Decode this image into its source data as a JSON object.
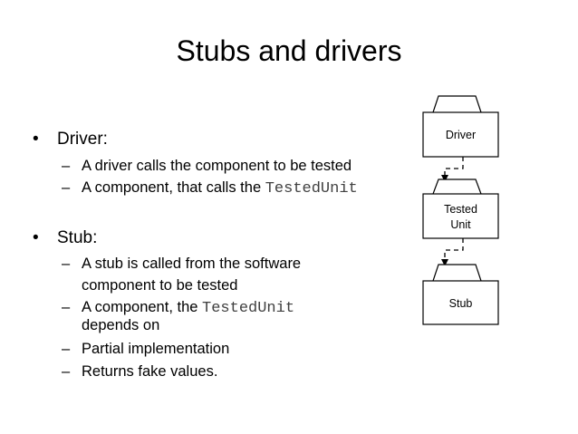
{
  "title": "Stubs and drivers",
  "bullets": {
    "driver": {
      "label": "Driver:",
      "items": [
        {
          "text": "A driver calls the component to be tested"
        },
        {
          "text": "A component, that calls the ",
          "code": "TestedUnit"
        }
      ]
    },
    "stub": {
      "label": "Stub:",
      "items": [
        {
          "text": "A stub is called from the software",
          "continuation": "component to be tested"
        },
        {
          "text": "A component, the ",
          "code": "TestedUnit",
          "continuation": "depends on"
        },
        {
          "text": "Partial implementation"
        },
        {
          "text": "Returns fake values."
        }
      ]
    }
  },
  "diagram": {
    "driver_label": "Driver",
    "tested_label_line1": "Tested",
    "tested_label_line2": "Unit",
    "stub_label": "Stub"
  },
  "symbols": {
    "bullet": "•",
    "dash": "–"
  }
}
